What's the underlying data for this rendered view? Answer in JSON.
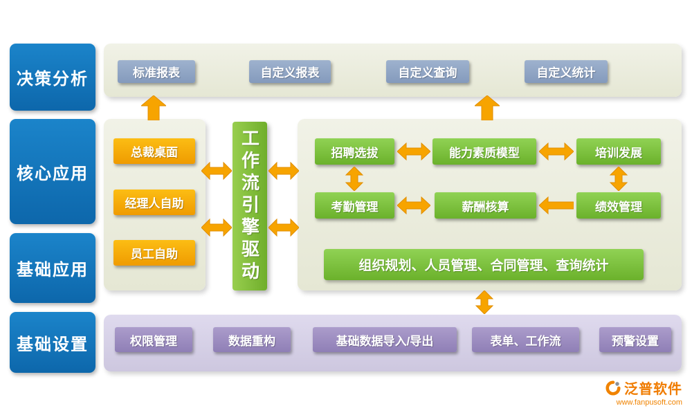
{
  "sidebar": {
    "items": [
      {
        "label": "决策分析"
      },
      {
        "label": "核心应用"
      },
      {
        "label": "基础应用"
      },
      {
        "label": "基础设置"
      }
    ]
  },
  "decision": {
    "buttons": [
      "标准报表",
      "自定义报表",
      "自定义查询",
      "自定义统计"
    ]
  },
  "core": {
    "buttons": [
      "总裁桌面",
      "经理人自助",
      "员工自助"
    ]
  },
  "engine": {
    "label": "工作流引擎驱动"
  },
  "hr": {
    "row1": [
      "招聘选拔",
      "能力素质模型",
      "培训发展"
    ],
    "row2": [
      "考勤管理",
      "薪酬核算",
      "绩效管理"
    ],
    "bar": "组织规划、人员管理、合同管理、查询统计"
  },
  "settings": {
    "buttons": [
      "权限管理",
      "数据重构",
      "基础数据导入/导出",
      "表单、工作流",
      "预警设置"
    ]
  },
  "branding": {
    "name": "泛普软件",
    "url": "www.fanpusoft.com"
  },
  "colors": {
    "sidebar_blue": "#0f6fb4",
    "panel_bg": "#ecede0",
    "bottom_band_bg": "#d6d1e5",
    "report_button": "#8fa5c4",
    "orange_button": "#f5a800",
    "green_button": "#7cc03c",
    "purple_button": "#9c8ec1",
    "arrow_orange": "#f7a400",
    "brand_orange": "#f07c00"
  }
}
